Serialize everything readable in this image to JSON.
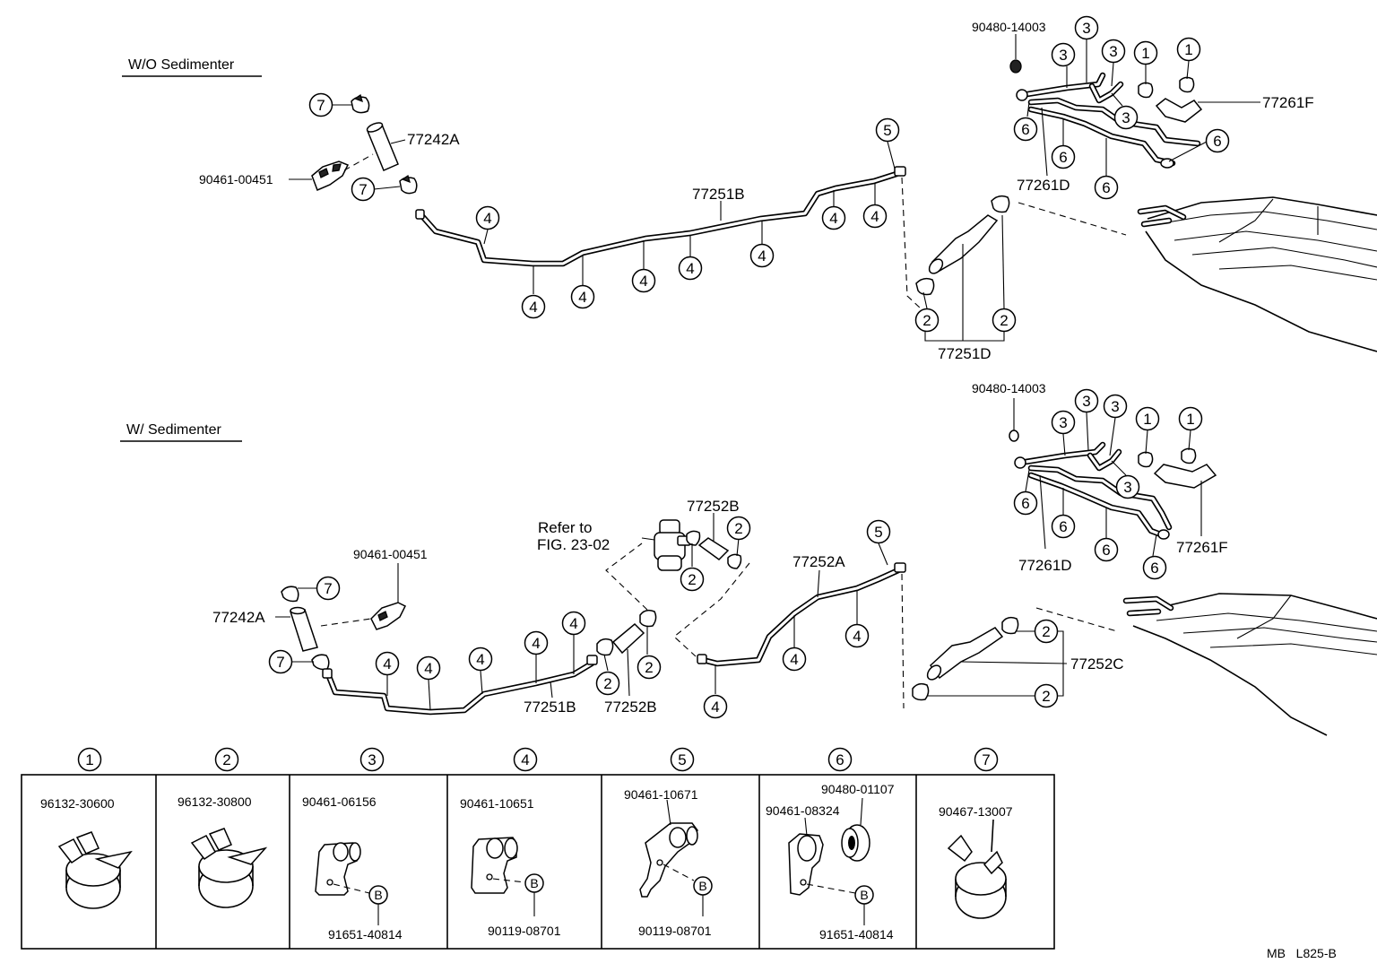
{
  "sections": {
    "wo_sedimenter": "W/O Sedimenter",
    "w_sedimenter": "W/ Sedimenter"
  },
  "callout_refs": [
    "1",
    "2",
    "3",
    "4",
    "5",
    "6",
    "7"
  ],
  "top_labels": {
    "p77242A": "77242A",
    "p90461_00451": "90461-00451",
    "p77251B": "77251B",
    "p77251D": "77251D",
    "p90480_14003": "90480-14003",
    "p77261F": "77261F",
    "p77261D": "77261D"
  },
  "bottom_labels": {
    "p90461_00451": "90461-00451",
    "p77242A": "77242A",
    "refer_line1": "Refer to",
    "refer_line2": "FIG. 23-02",
    "p77252B_top": "77252B",
    "p77252A": "77252A",
    "p77251B": "77251B",
    "p77252B_bot": "77252B",
    "p77252C": "77252C",
    "p90480_14003": "90480-14003",
    "p77261D": "77261D",
    "p77261F": "77261F"
  },
  "legend": [
    {
      "num": "1",
      "parts": [
        "96132-30600"
      ]
    },
    {
      "num": "2",
      "parts": [
        "96132-30800"
      ]
    },
    {
      "num": "3",
      "parts": [
        "90461-06156",
        "91651-40814"
      ]
    },
    {
      "num": "4",
      "parts": [
        "90461-10651",
        "90119-08701"
      ]
    },
    {
      "num": "5",
      "parts": [
        "90461-10671",
        "90119-08701"
      ]
    },
    {
      "num": "6",
      "parts": [
        "90480-01107",
        "90461-08324",
        "91651-40814"
      ]
    },
    {
      "num": "7",
      "parts": [
        "90467-13007"
      ]
    }
  ],
  "legend_marker": "B",
  "footer_code": "MB   L825-B"
}
